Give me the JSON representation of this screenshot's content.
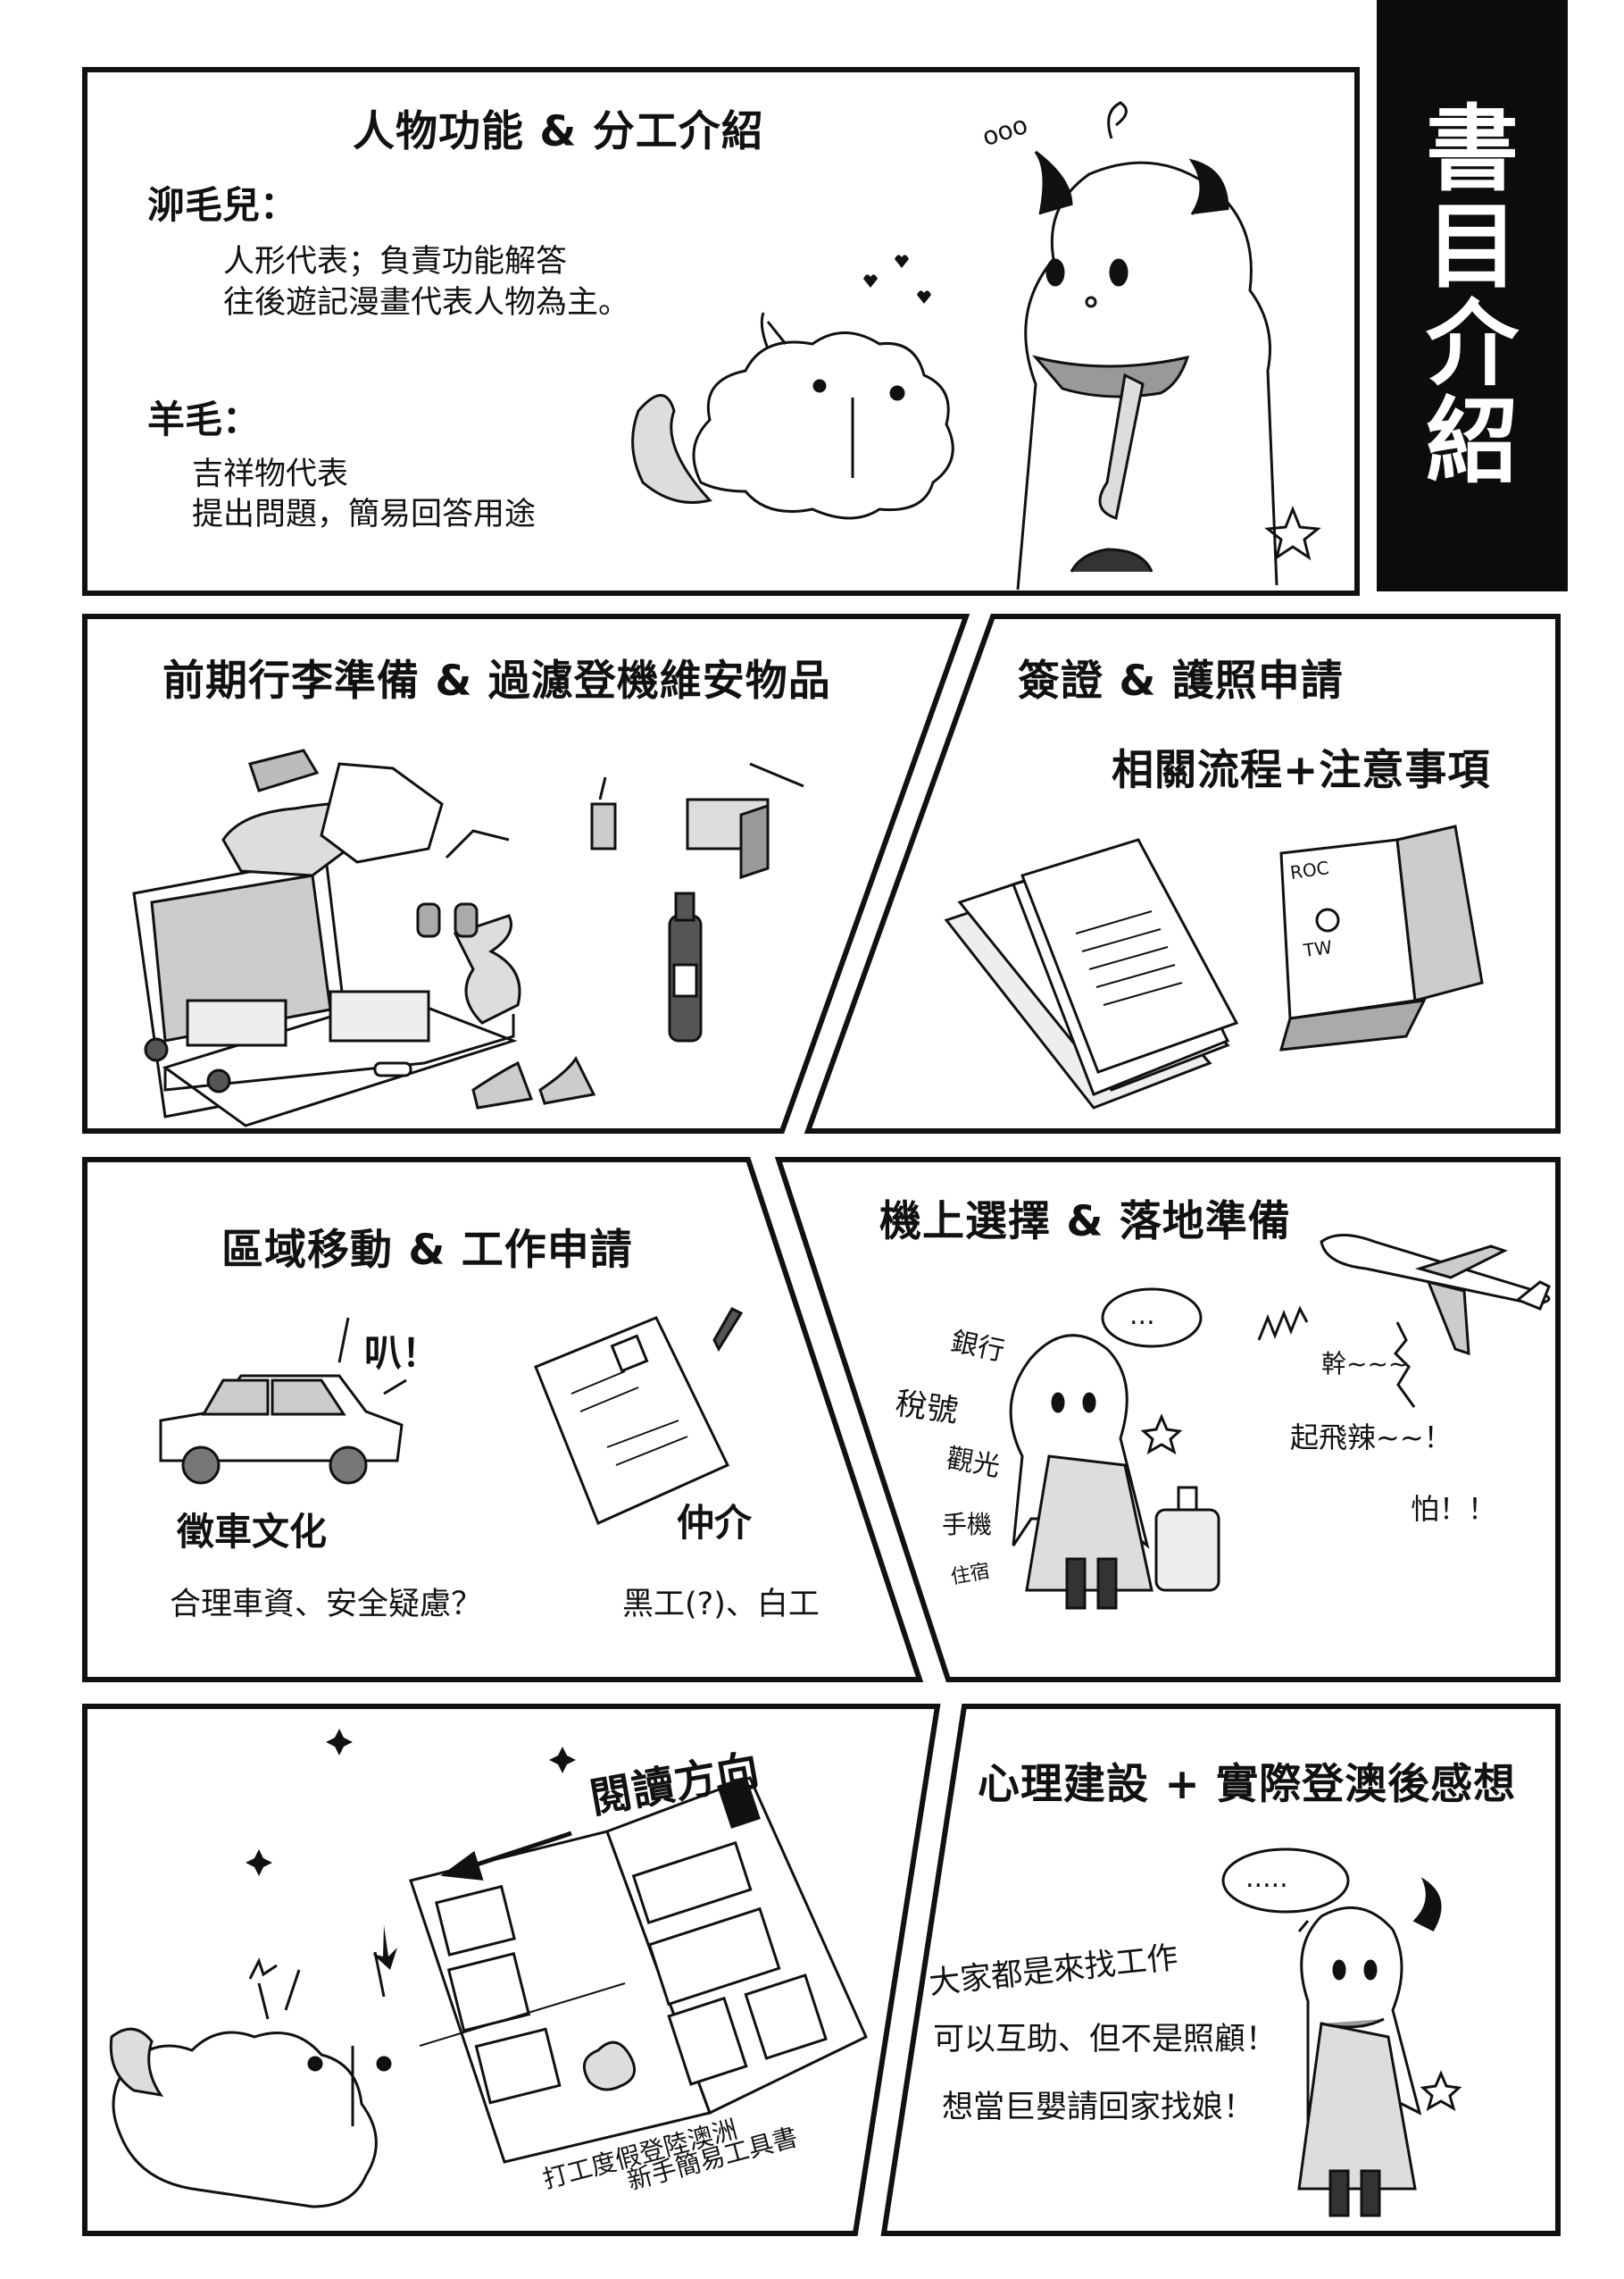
{
  "side_title": [
    "書",
    "目",
    "介",
    "紹"
  ],
  "panel1": {
    "title": "人物功能 & 分工介紹",
    "char1_name": "泖毛兒：",
    "char1_line1": "人形代表；負責功能解答",
    "char1_line2": "往後遊記漫畫代表人物為主。",
    "char2_name": "羊毛：",
    "char2_line1": "吉祥物代表",
    "char2_line2": "提出問題，簡易回答用途",
    "sfx": "ooo"
  },
  "panel2": {
    "title": "前期行李準備 & 過濾登機維安物品"
  },
  "panel3": {
    "title": "簽證 & 護照申請",
    "subtitle": "相關流程+注意事項",
    "passport_text1": "ROC",
    "passport_text2": "TW"
  },
  "panel4": {
    "title": "區域移動 & 工作申請",
    "sfx": "叭！",
    "label_left": "徵車文化",
    "sub_left": "合理車資、安全疑慮？",
    "label_right": "仲介",
    "sub_right": "黑工(?)、白工"
  },
  "panel5": {
    "title": "機上選擇 & 落地準備",
    "words": [
      "銀行",
      "稅號",
      "觀光",
      "手機",
      "住宿"
    ],
    "sfx1": "幹~~~",
    "sfx2": "起飛辣~~！",
    "sfx3": "怕！！",
    "bubble": "..."
  },
  "panel6": {
    "reading_direction": "閱讀方向",
    "book_title1": "打工度假登陸澳洲",
    "book_title2": "新手簡易工具書"
  },
  "panel7": {
    "title": "心理建設 + 實際登澳後感想",
    "line1": "大家都是來找工作",
    "line2": "可以互助、但不是照顧！",
    "line3": "想當巨嬰請回家找娘！",
    "bubble": "....."
  }
}
